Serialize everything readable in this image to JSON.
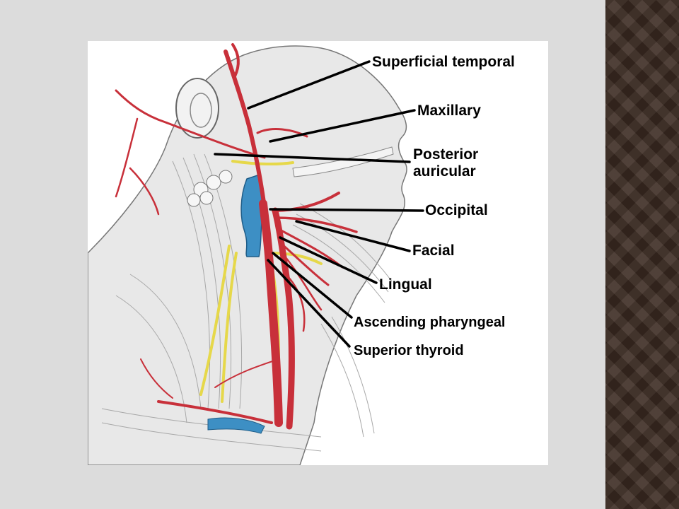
{
  "diagram": {
    "labels": {
      "superficial_temporal": "Superficial temporal",
      "maxillary": "Maxillary",
      "posterior_auricular_line1": "Posterior",
      "posterior_auricular_line2": "auricular",
      "occipital": "Occipital",
      "facial": "Facial",
      "lingual": "Lingual",
      "ascending_pharyngeal": "Ascending pharyngeal",
      "superior_thyroid": "Superior thyroid"
    },
    "colors": {
      "artery": "#c8303a",
      "vein": "#3d8fc4",
      "nerve": "#e6d84a",
      "muscle": "#bdbdbd",
      "leader": "#000000",
      "background_panel": "#ffffff",
      "slide": "#dcdcdc",
      "accent_band": "#3b2a22"
    }
  }
}
